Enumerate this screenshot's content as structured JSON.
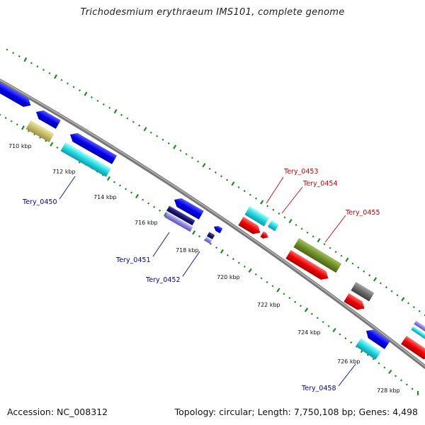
{
  "title": "Trichodesmium erythraeum IMS101, complete genome",
  "footer": {
    "accession": "Accession: NC_008312",
    "topology": "Topology: circular; Length: 7,750,108 bp; Genes: 4,498"
  },
  "colors": {
    "backbone": "#8a8a8a",
    "tick": "#1e8c1e",
    "label_blue": "#0000aa",
    "label_red": "#cc0000"
  },
  "kbp_labels": [
    "710 kbp",
    "712 kbp",
    "714 kbp",
    "716 kbp",
    "718 kbp",
    "720 kbp",
    "722 kbp",
    "724 kbp",
    "726 kbp",
    "728 kbp"
  ],
  "gene_labels": [
    {
      "id": "tery0450",
      "text": "Tery_0450",
      "strand": "reverse"
    },
    {
      "id": "tery0451",
      "text": "Tery_0451",
      "strand": "reverse"
    },
    {
      "id": "tery0452",
      "text": "Tery_0452",
      "strand": "reverse"
    },
    {
      "id": "tery0453",
      "text": "Tery_0453",
      "strand": "forward"
    },
    {
      "id": "tery0454",
      "text": "Tery_0454",
      "strand": "forward"
    },
    {
      "id": "tery0455",
      "text": "Tery_0455",
      "strand": "forward"
    },
    {
      "id": "tery0458",
      "text": "Tery_0458",
      "strand": "reverse"
    }
  ]
}
